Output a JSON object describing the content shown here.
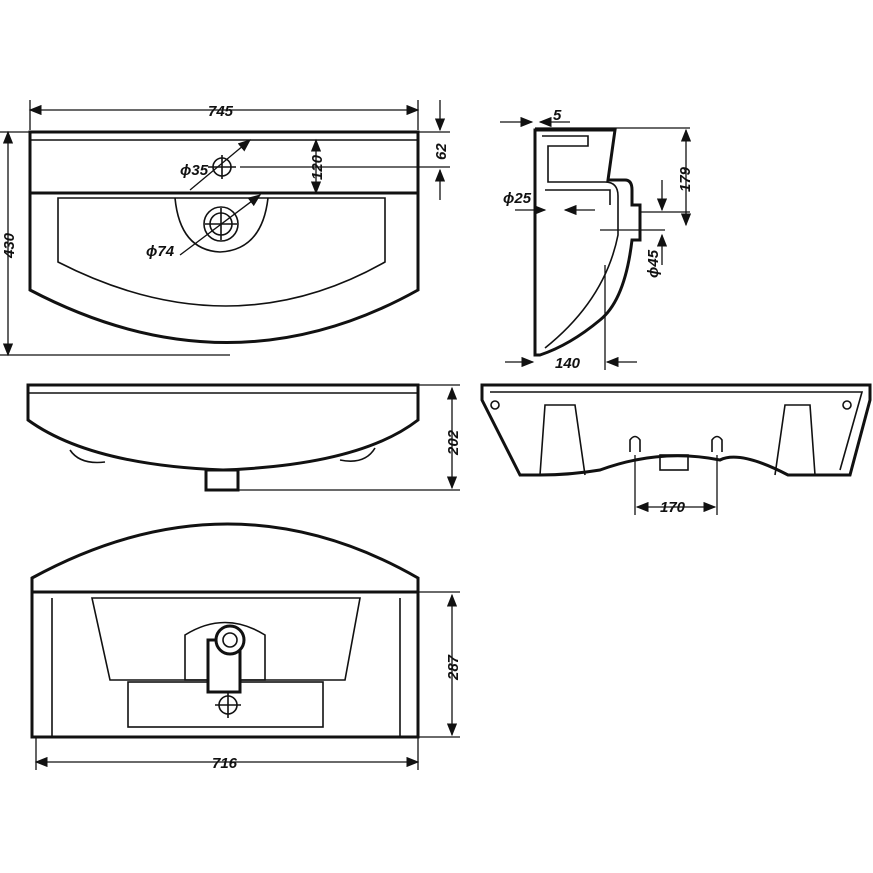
{
  "title": "Washbasin technical drawing",
  "dimensions": {
    "top_width": "745",
    "top_depth": "430",
    "tap_offset": "62",
    "deck_depth": "120",
    "tap_hole": "ϕ35",
    "drain_hole": "ϕ74",
    "wall_thickness": "5",
    "section_height": "179",
    "overflow_dia": "ϕ25",
    "outlet_dia": "ϕ45",
    "section_depth": "140",
    "front_height": "202",
    "mount_spacing": "170",
    "bottom_depth": "287",
    "bottom_width": "716"
  }
}
